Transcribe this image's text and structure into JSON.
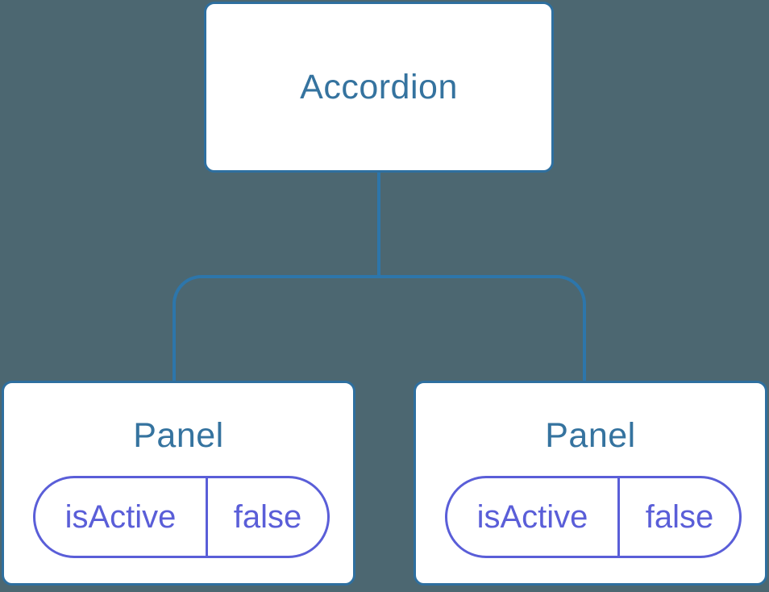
{
  "diagram": {
    "type": "component-tree",
    "root": {
      "label": "Accordion"
    },
    "children": [
      {
        "label": "Panel",
        "state": {
          "key": "isActive",
          "value": "false"
        }
      },
      {
        "label": "Panel",
        "state": {
          "key": "isActive",
          "value": "false"
        }
      }
    ]
  },
  "colors": {
    "background": "#4c6771",
    "box_background": "#ffffff",
    "box_border": "#2e6f9f",
    "title_text": "#35739f",
    "connector_line": "#2d76ab",
    "state_pill": "#5a5ed8"
  }
}
